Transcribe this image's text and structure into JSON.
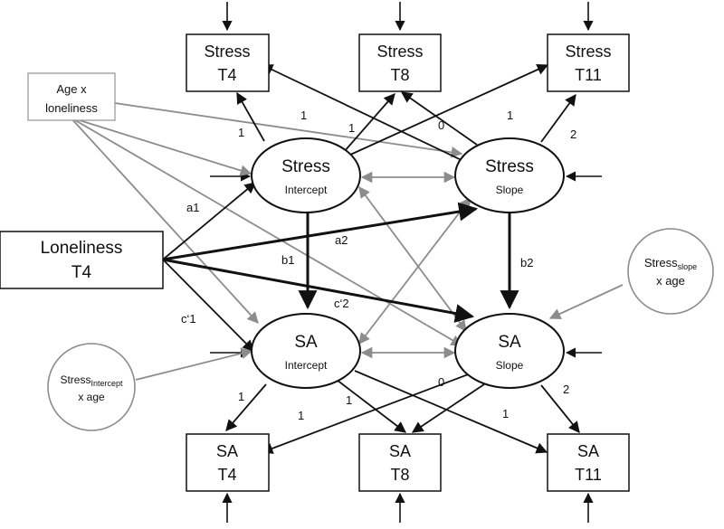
{
  "nodes": {
    "stress_t4": {
      "line1": "Stress",
      "line2": "T4"
    },
    "stress_t8": {
      "line1": "Stress",
      "line2": "T8"
    },
    "stress_t11": {
      "line1": "Stress",
      "line2": "T11"
    },
    "sa_t4": {
      "line1": "SA",
      "line2": "T4"
    },
    "sa_t8": {
      "line1": "SA",
      "line2": "T8"
    },
    "sa_t11": {
      "line1": "SA",
      "line2": "T11"
    },
    "age_loneliness": {
      "line1": "Age x",
      "line2": "loneliness"
    },
    "loneliness": {
      "line1": "Loneliness",
      "line2": "T4"
    },
    "stress_intercept": {
      "line1": "Stress",
      "line2": "Intercept"
    },
    "stress_slope": {
      "line1": "Stress",
      "line2": "Slope"
    },
    "sa_intercept": {
      "line1": "SA",
      "line2": "Intercept"
    },
    "sa_slope": {
      "line1": "SA",
      "line2": "Slope"
    },
    "stress_slope_age": {
      "base": "Stress",
      "sub": "slope",
      "line2": "x age"
    },
    "stress_intercept_age": {
      "base": "Stress",
      "sub": "Intercept",
      "line2": "x age"
    }
  },
  "paths": {
    "a1": "a1",
    "a2": "a2",
    "b1": "b1",
    "b2": "b2",
    "c1": "c‘1",
    "c2": "c‘2"
  },
  "loadings": {
    "stress_int_t4": "1",
    "stress_int_t8": "1",
    "stress_int_t11": "1",
    "stress_slope_t4": "0",
    "stress_slope_t8": "1",
    "stress_slope_t11": "2",
    "sa_int_t4": "1",
    "sa_int_t8": "1",
    "sa_int_t11": "1",
    "sa_slope_t4": "0",
    "sa_slope_t8": "1",
    "sa_slope_t11": "2"
  },
  "colors": {
    "black": "#111111",
    "gray": "#8c8c8c"
  }
}
